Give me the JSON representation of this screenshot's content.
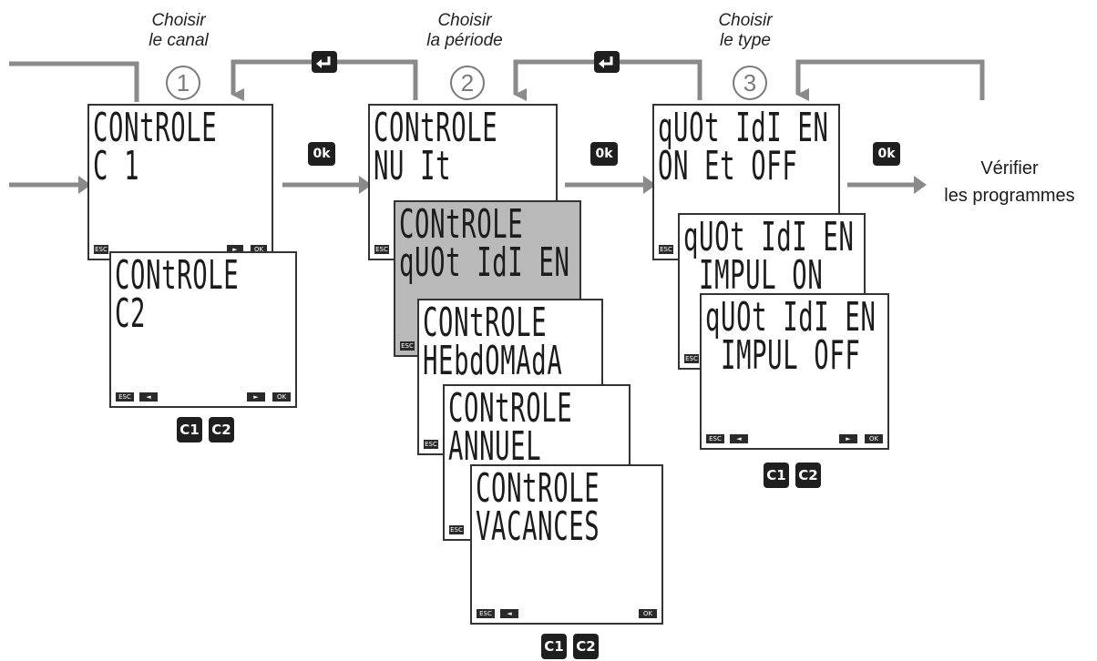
{
  "steps": [
    {
      "number": "1",
      "title_line1": "Choisir",
      "title_line2": "le canal"
    },
    {
      "number": "2",
      "title_line1": "Choisir",
      "title_line2": "la période"
    },
    {
      "number": "3",
      "title_line1": "Choisir",
      "title_line2": "le type"
    }
  ],
  "keys": {
    "ok": "0k",
    "channel1": "C1",
    "channel2": "C2",
    "return_icon": "return-arrow-icon"
  },
  "softkeys": {
    "esc": "ESC",
    "ok": "OK",
    "left": "◄",
    "right": "►"
  },
  "screens": {
    "channel_c1": {
      "line1": "CONtROLE",
      "line2": "C 1"
    },
    "channel_c2": {
      "line1": "CONtROLE",
      "line2": "C2"
    },
    "period_nuit": {
      "line1": "CONtROLE",
      "line2": "NU It"
    },
    "period_quotidien": {
      "line1": "CONtROLE",
      "line2": "qUOt IdI EN"
    },
    "period_hebdomada": {
      "line1": "CONtROLE",
      "line2": "HEbdOMAdA"
    },
    "period_annuel": {
      "line1": "CONtROLE",
      "line2": "ANNUEL"
    },
    "period_vacances": {
      "line1": "CONtROLE",
      "line2": "VACANCES"
    },
    "type_on_et_off": {
      "line1": "qUOt IdI EN",
      "line2": "ON Et OFF"
    },
    "type_impul_on": {
      "line1": "qUOt IdI EN",
      "line2": " IMPUL ON"
    },
    "type_impul_off": {
      "line1": "qUOt IdI EN",
      "line2": " IMPUL OFF"
    }
  },
  "final": {
    "line1": "Vérifier",
    "line2": "les programmes"
  },
  "colors": {
    "wire": "#8a8a8a",
    "key": "#1f1f1f",
    "shaded_screen": "#b9b9b9"
  }
}
